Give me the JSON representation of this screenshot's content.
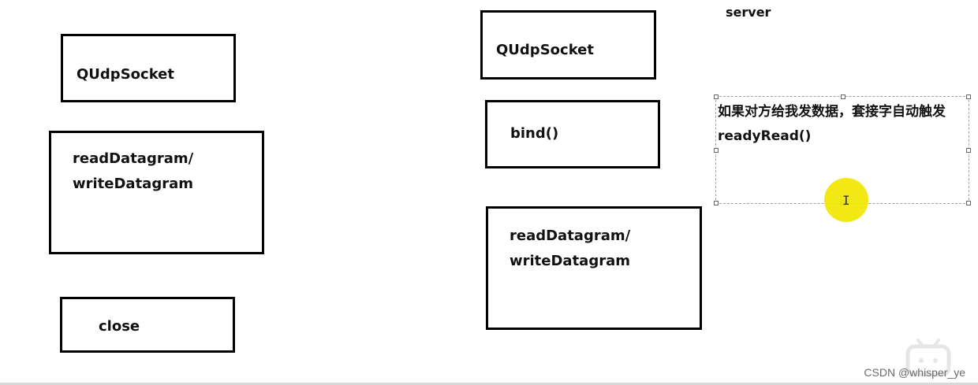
{
  "client": {
    "socket_label": "QUdpSocket",
    "rw_line1": "readDatagram/",
    "rw_line2": "writeDatagram",
    "close_label": "close"
  },
  "server": {
    "title": "server",
    "socket_label": "QUdpSocket",
    "bind_label": "bind()",
    "rw_line1": "readDatagram/",
    "rw_line2": "writeDatagram"
  },
  "note": {
    "line1": "如果对方给我发数据，套接字自动触发",
    "line2": "readyRead()"
  },
  "watermark": "CSDN @whisper_ye",
  "colors": {
    "box_border": "#000000",
    "highlight": "#f0e600",
    "selection_dash": "#9aa3aa"
  }
}
